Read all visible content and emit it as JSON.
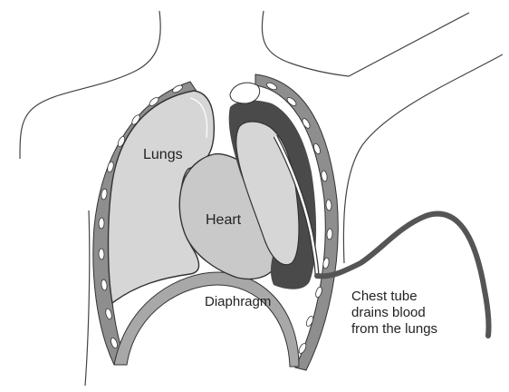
{
  "labels": {
    "lungs": "Lungs",
    "heart": "Heart",
    "diaphragm": "Diaphragm",
    "chest_tube": [
      "Chest tube",
      "drains blood",
      "from the lungs"
    ]
  },
  "colors": {
    "lung_fill": "#d6d6d6",
    "heart_fill": "#cfcfcf",
    "blood": "#4a4a4a",
    "rib_wall": "#8e8e8e",
    "diaphragm": "#9a9a9a",
    "outline": "#333333"
  }
}
